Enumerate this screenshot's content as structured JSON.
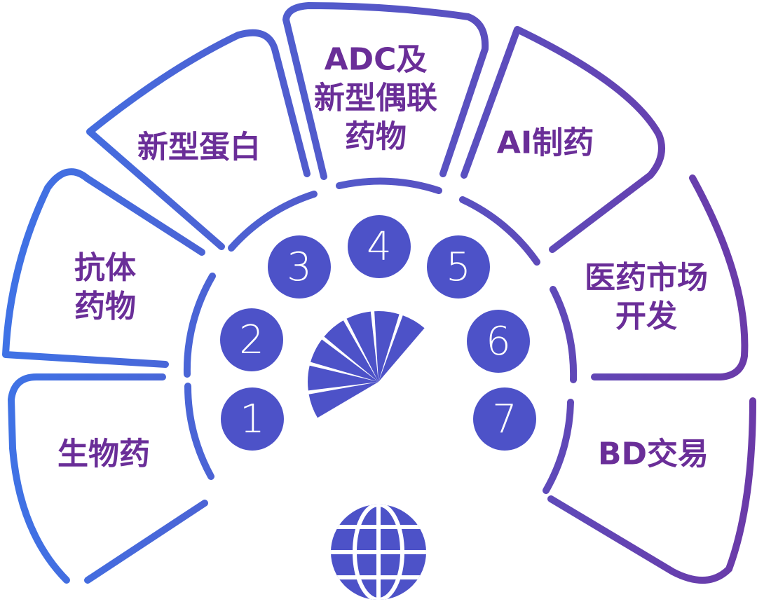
{
  "diagram": {
    "colors": {
      "gradient_start": "#3f73e6",
      "gradient_end": "#6b3aa8",
      "disc_fill": "#4d52c8",
      "number_text": "#ffffff",
      "label_text": "#6a2e98"
    },
    "segments": [
      {
        "id": "seg-1",
        "label": "生物药",
        "number": "1"
      },
      {
        "id": "seg-2",
        "label": "抗体\n药物",
        "number": "2"
      },
      {
        "id": "seg-3",
        "label": "新型蛋白",
        "number": "3"
      },
      {
        "id": "seg-4",
        "label": "ADC及\n新型偶联\n药物",
        "number": "4"
      },
      {
        "id": "seg-5",
        "label": "AI制药",
        "number": "5"
      },
      {
        "id": "seg-6",
        "label": "医药市场\n开发",
        "number": "6"
      },
      {
        "id": "seg-7",
        "label": "BD交易",
        "number": "7"
      }
    ],
    "center_icon": "pie-chart-icon",
    "bottom_icon": "globe-icon"
  }
}
